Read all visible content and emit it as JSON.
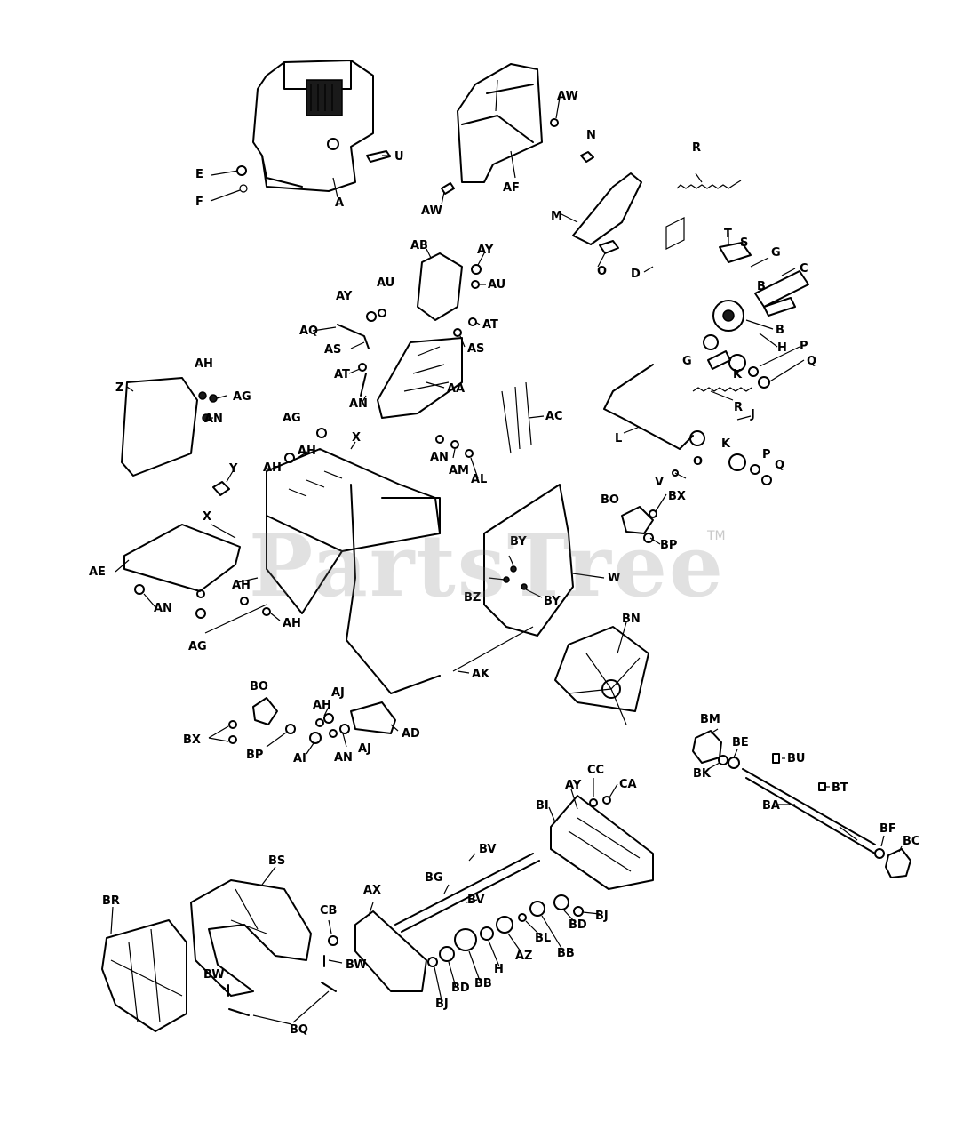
{
  "watermark": {
    "text": "PartsTree",
    "trademark": "TM"
  },
  "labels": [
    "A",
    "E",
    "F",
    "U",
    "AW",
    "N",
    "AF",
    "R",
    "M",
    "T",
    "S",
    "G",
    "O",
    "D",
    "C",
    "B",
    "H",
    "K",
    "P",
    "Q",
    "J",
    "L",
    "V",
    "BX",
    "BO",
    "BP",
    "AB",
    "AY",
    "AU",
    "AQ",
    "AT",
    "AS",
    "AA",
    "AN",
    "AC",
    "AM",
    "AL",
    "Z",
    "AH",
    "AG",
    "X",
    "Y",
    "AE",
    "BY",
    "BZ",
    "W",
    "BN",
    "AK",
    "AJ",
    "AD",
    "AI",
    "BM",
    "BE",
    "BU",
    "BK",
    "BT",
    "BA",
    "BF",
    "BC",
    "CC",
    "CA",
    "BI",
    "BV",
    "BG",
    "BD",
    "BJ",
    "AX",
    "CB",
    "BB",
    "AZ",
    "BL",
    "BS",
    "BR",
    "BW",
    "BQ"
  ]
}
